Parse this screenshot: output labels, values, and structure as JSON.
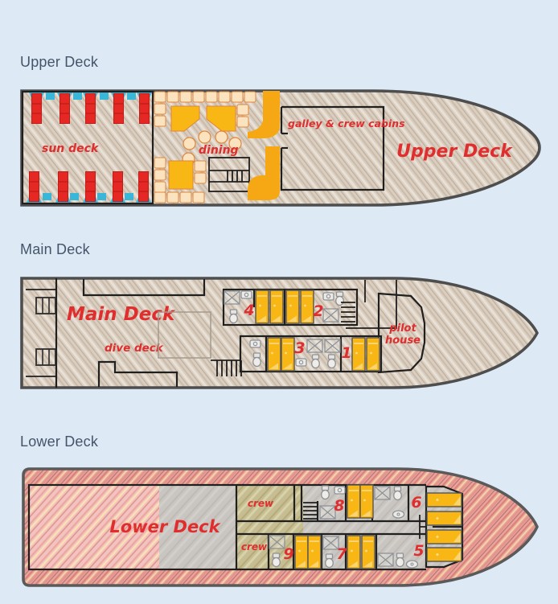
{
  "page": {
    "background_color": "#dde9f4"
  },
  "upper_deck": {
    "heading": "Upper Deck",
    "plan_label": "Upper Deck",
    "sun_deck_label": "sun deck",
    "dining_label": "dining",
    "galley_label": "galley & crew cabins"
  },
  "main_deck": {
    "heading": "Main Deck",
    "plan_label": "Main Deck",
    "dive_deck_label": "dive deck",
    "pilot_house_line1": "pilot",
    "pilot_house_line2": "house",
    "cabins": {
      "c1": "1",
      "c2": "2",
      "c3": "3",
      "c4": "4"
    }
  },
  "lower_deck": {
    "heading": "Lower Deck",
    "plan_label": "Lower Deck",
    "crew_label_top": "crew",
    "crew_label_bottom": "crew",
    "cabins": {
      "c5": "5",
      "c6": "6",
      "c7": "7",
      "c8": "8",
      "c9": "9"
    }
  },
  "colors": {
    "background": "#dde9f4",
    "heading_text": "#44546a",
    "label_red": "#e02e2e",
    "hull_tan": "#d9cec1",
    "hull_pink": "#eaa49e",
    "furniture_yellow": "#f8b714",
    "lounger_red": "#e52823",
    "accent_cyan": "#39b7d9",
    "seat_cream": "#fce3c0",
    "crew_olive": "#c6bd92",
    "interior_gray": "#c9c5c0"
  }
}
